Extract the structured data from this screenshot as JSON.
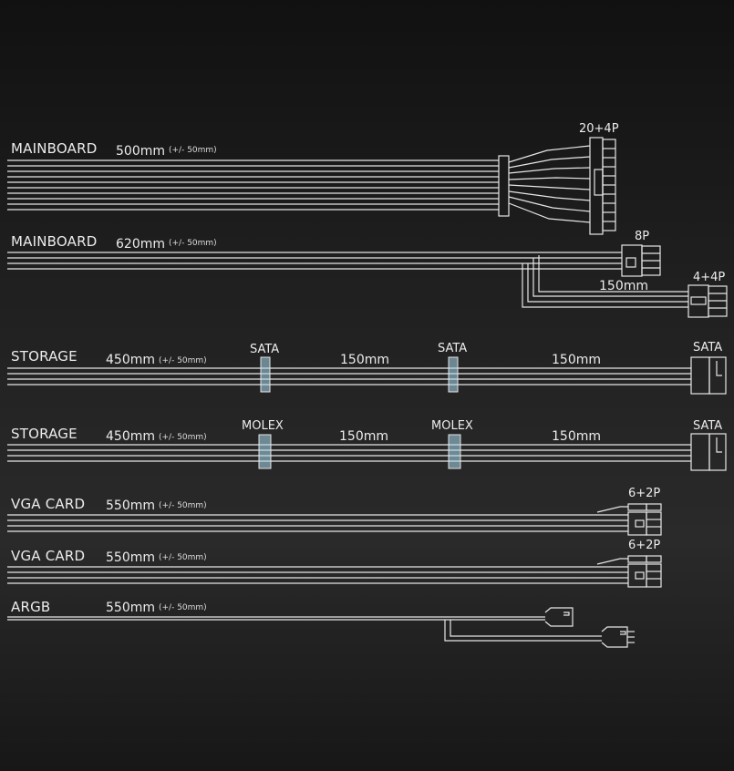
{
  "cables": [
    {
      "name": "MAINBOARD",
      "length": "500mm",
      "tolerance": "(+/- 50mm)",
      "connector": "20+4P"
    },
    {
      "name": "MAINBOARD",
      "length": "620mm",
      "tolerance": "(+/- 50mm)",
      "connector": "8P",
      "branch_length": "150mm",
      "branch_connector": "4+4P"
    },
    {
      "name": "STORAGE",
      "length": "450mm",
      "tolerance": "(+/- 50mm)",
      "connectors": [
        "SATA",
        "SATA",
        "SATA"
      ],
      "segments": [
        "150mm",
        "150mm"
      ]
    },
    {
      "name": "STORAGE",
      "length": "450mm",
      "tolerance": "(+/- 50mm)",
      "connectors": [
        "MOLEX",
        "MOLEX",
        "SATA"
      ],
      "segments": [
        "150mm",
        "150mm"
      ]
    },
    {
      "name": "VGA CARD",
      "length": "550mm",
      "tolerance": "(+/- 50mm)",
      "connector": "6+2P"
    },
    {
      "name": "VGA CARD",
      "length": "550mm",
      "tolerance": "(+/- 50mm)",
      "connector": "6+2P"
    },
    {
      "name": "ARGB",
      "length": "550mm",
      "tolerance": "(+/- 50mm)"
    }
  ],
  "colors": {
    "wire": "#e6e6e6",
    "inline_connector": "#a9d8ef",
    "background": "#222222"
  }
}
